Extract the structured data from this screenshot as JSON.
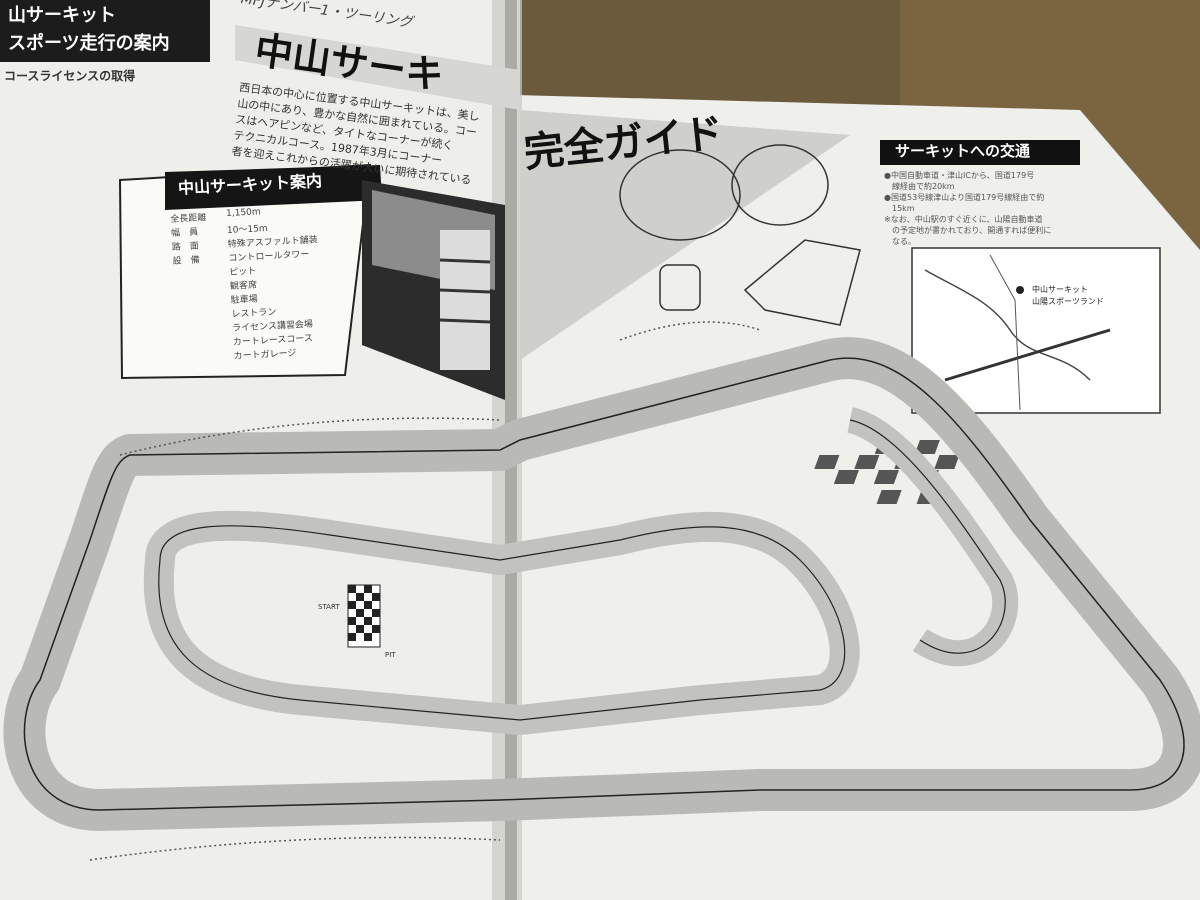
{
  "left_page": {
    "side_header_1": "山サーキット",
    "side_header_2": "スポーツ走行の案内",
    "side_subhead": "コースライセンスの取得",
    "overline": "MFJナンバー1・ツーリング",
    "title": "中山サーキ",
    "intro_lines": [
      "西日本の中心に位置する中山サーキットは、美し",
      "山の中にあり、豊かな自然に囲まれている。コー",
      "スはヘアピンなど、タイトなコーナーが続く",
      "テクニカルコース。1987年3月にコーナー",
      "者を迎えこれからの活躍が大いに期待されている"
    ],
    "guide_label": "中山サーキット案内",
    "guide_rows": [
      {
        "key": "全長距離",
        "value": "1,150m"
      },
      {
        "key": "幅　員",
        "value": "10～15m"
      },
      {
        "key": "路　面",
        "value": "特殊アスファルト舗装"
      },
      {
        "key": "設　備",
        "value": "コントロールタワー"
      },
      {
        "key": "",
        "value": "ピット"
      },
      {
        "key": "",
        "value": "観客席"
      },
      {
        "key": "",
        "value": "駐車場"
      },
      {
        "key": "",
        "value": "レストラン"
      },
      {
        "key": "",
        "value": "ライセンス講習会場"
      },
      {
        "key": "",
        "value": "カートレースコース"
      },
      {
        "key": "",
        "value": "カートガレージ"
      }
    ]
  },
  "right_page": {
    "title": "完全ガイド",
    "access_label": "サーキットへの交通",
    "access_lines": [
      "●中国自動車道・津山ICから、国道179号",
      "　線経由で約20km",
      "●国道53号線津山より国道179号線経由で約",
      "　15km",
      "※なお、中山駅のすぐ近くに、山陽自動車道",
      "　の予定地が書かれており、開通すれば便利に",
      "　なる。"
    ],
    "map_labels": {
      "circuit": "中山サーキット",
      "sports": "山陽スポーツランド"
    }
  },
  "track_labels": {
    "start": "START",
    "pit": "PIT"
  },
  "colors": {
    "paper": "#f2f2ee",
    "ink": "#1a1a1a",
    "track_gray": "#c8c8c8",
    "desk": "#6b5a3c"
  }
}
